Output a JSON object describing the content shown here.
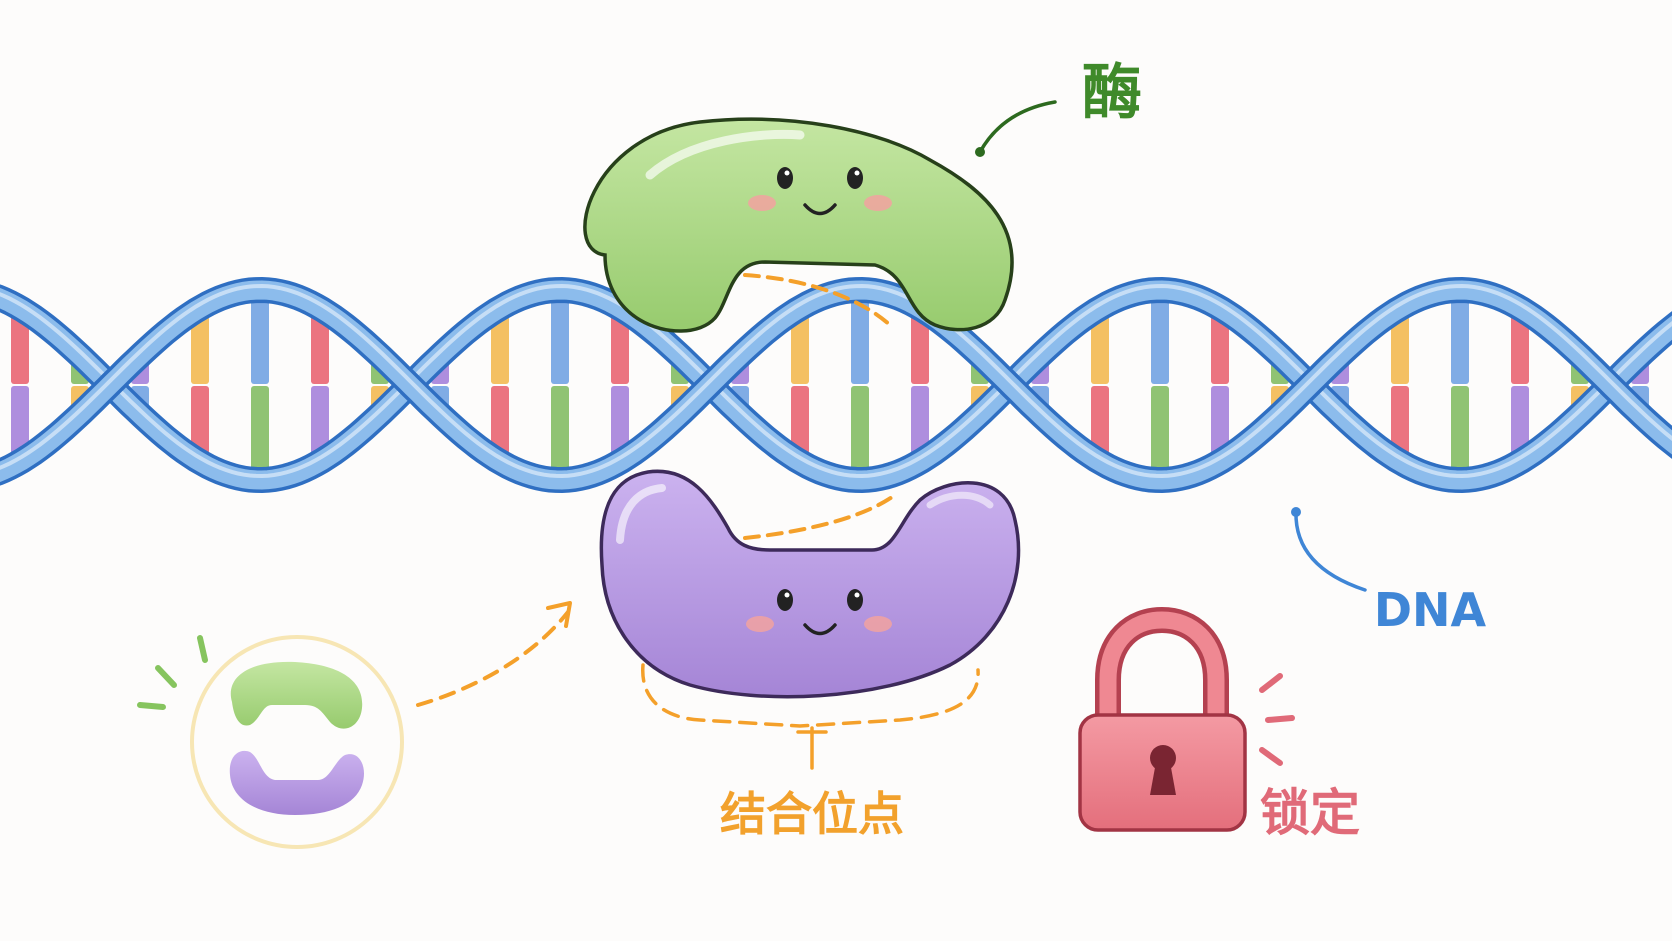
{
  "labels": {
    "enzyme": "酶",
    "dna": "DNA",
    "binding_site": "结合位点",
    "lock": "锁定"
  },
  "colors": {
    "enzyme_green": "#a8d582",
    "enzyme_green_dark": "#2d6a1f",
    "enzyme_purple": "#b99be0",
    "dna_backbone": "#8cbcec",
    "dna_outline": "#2f6fc2",
    "binding_orange": "#f4a02a",
    "lock_red": "#ec7f8a",
    "label_green": "#3f8a2a",
    "label_blue": "#3f86d6",
    "label_orange": "#f2a12c",
    "label_red": "#e06a78",
    "base_pair_colors": [
      "#e85c6a",
      "#7cb85a",
      "#a07ad8",
      "#f2b548",
      "#6a9ee0"
    ]
  },
  "icons": {
    "enzyme_top": "green-clamp-enzyme-with-face",
    "enzyme_bottom": "purple-clamp-enzyme-with-face",
    "small_enzyme": "mini-enzyme-pair-in-circle",
    "lock": "padlock-icon",
    "dna": "double-helix"
  }
}
